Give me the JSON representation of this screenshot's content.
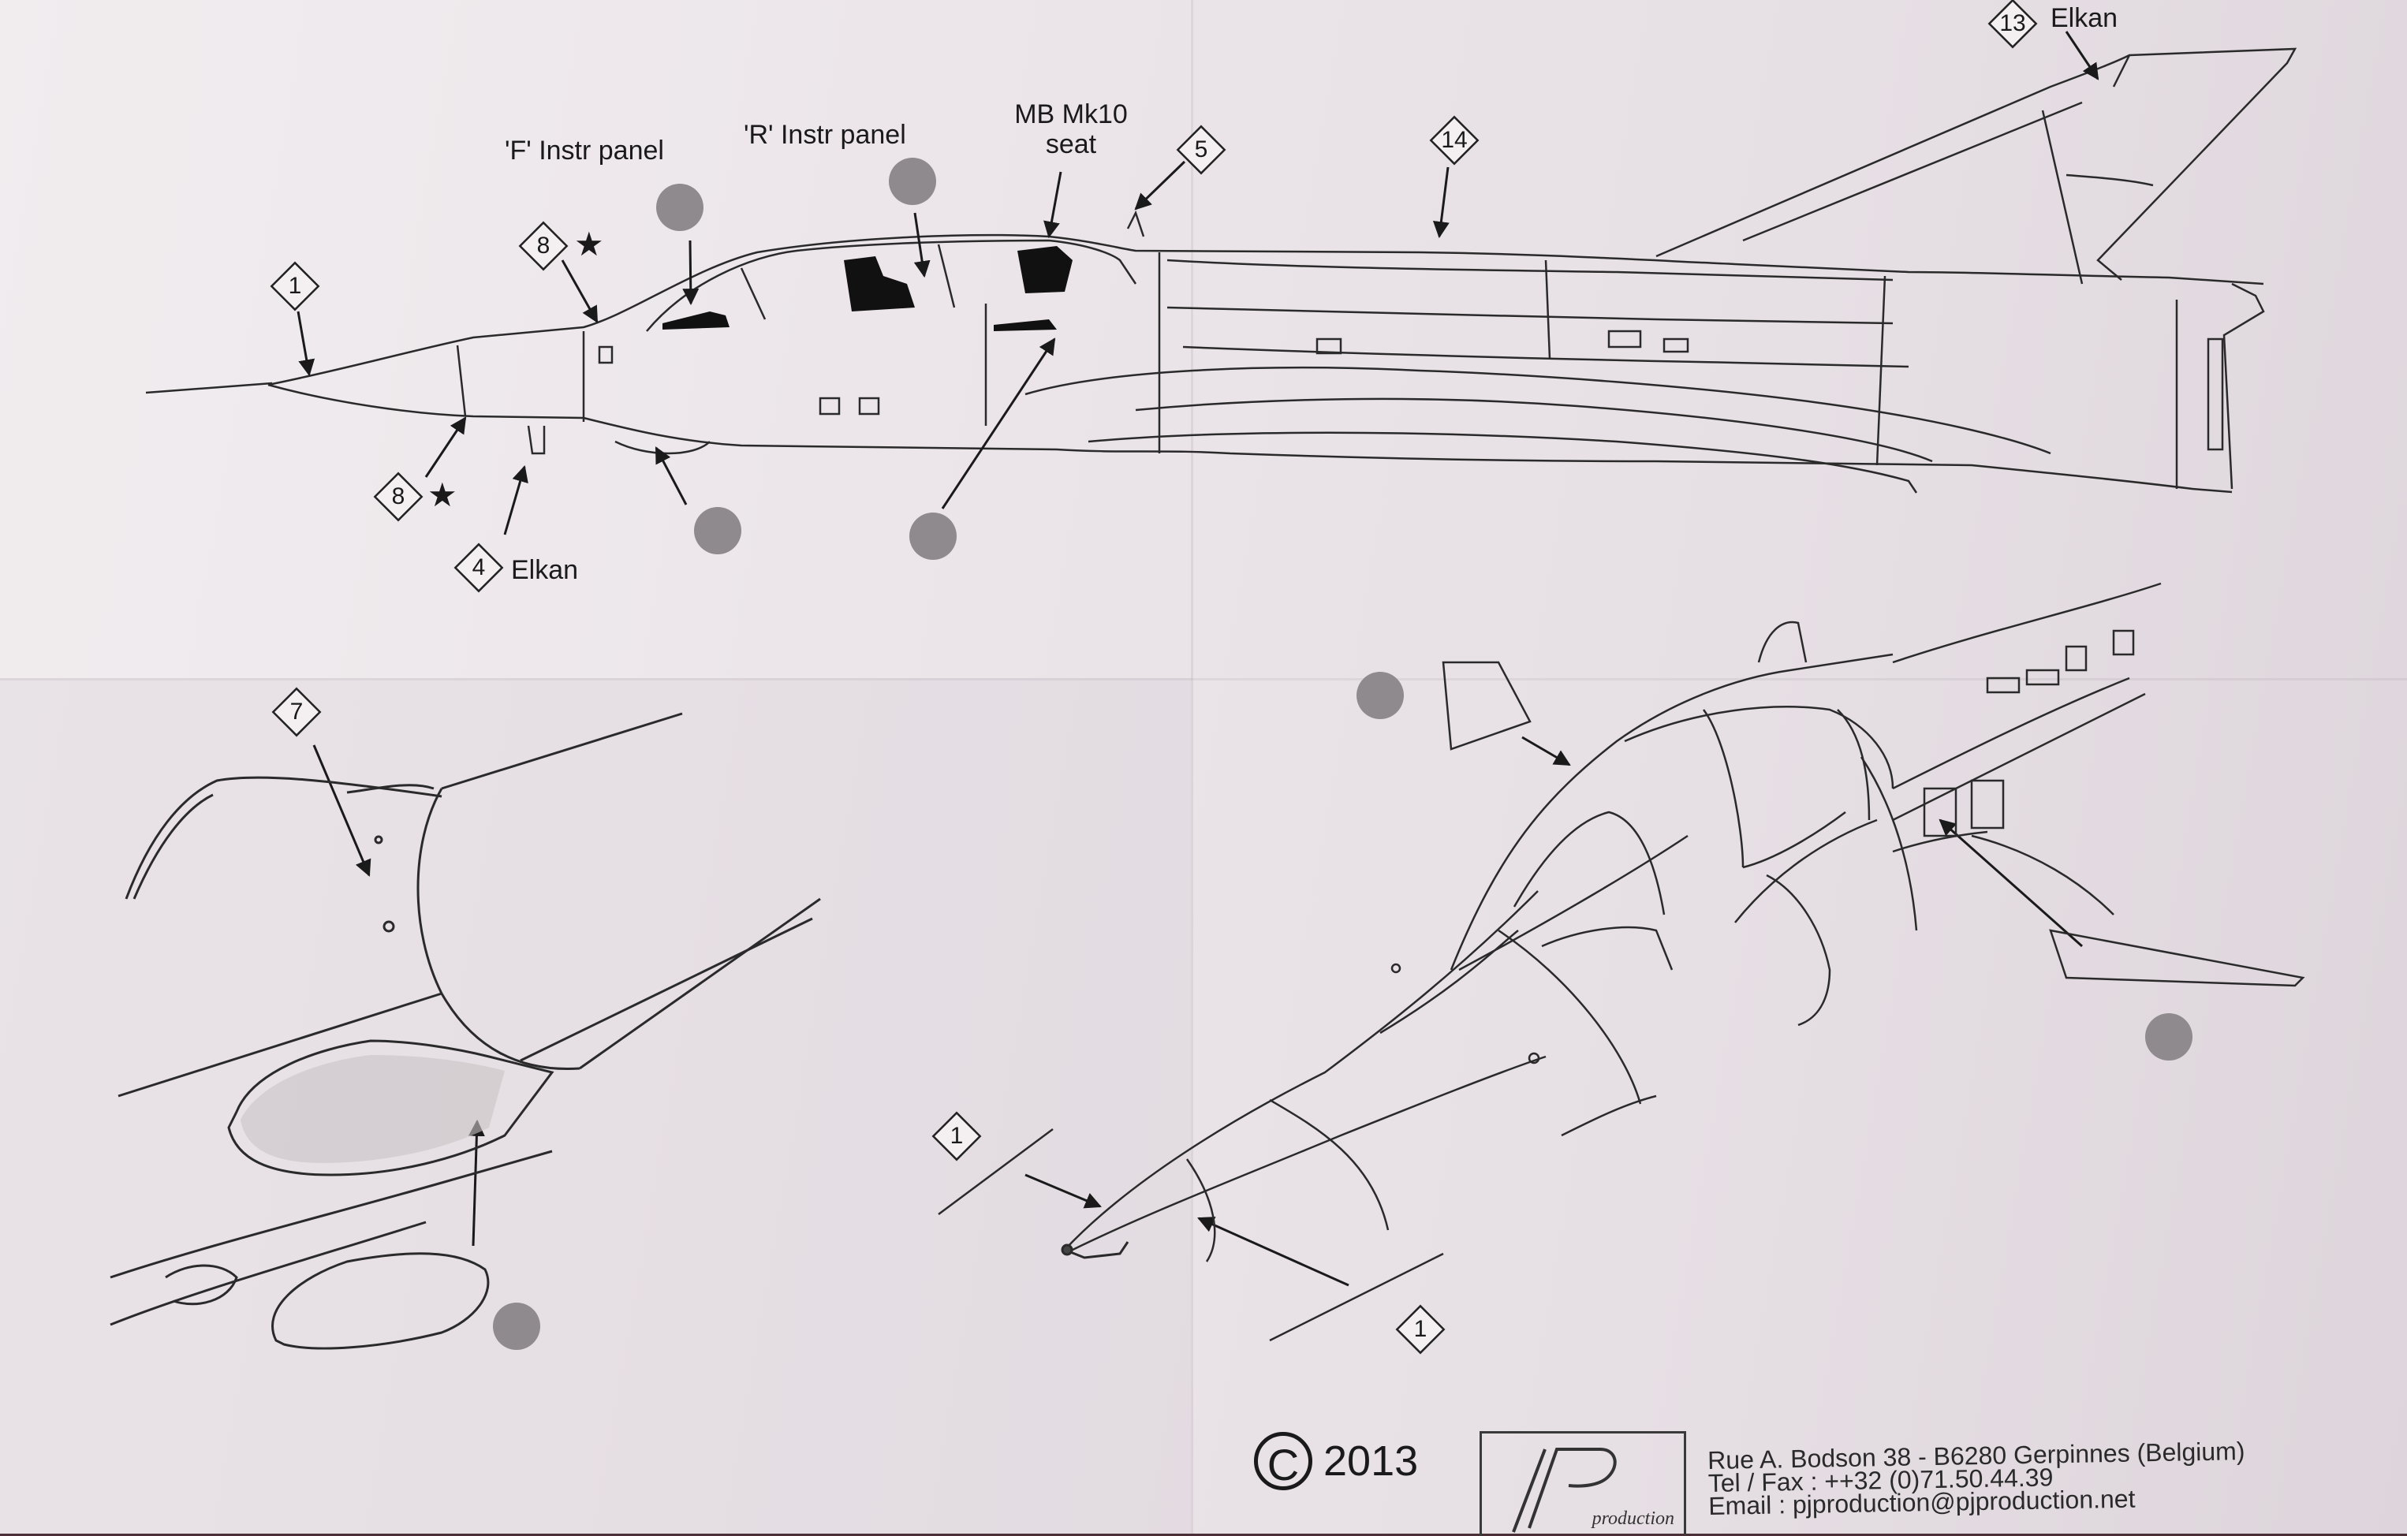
{
  "callouts": {
    "c1_top": "1",
    "c8_upper": "8",
    "c8_lower": "8",
    "c4": "4",
    "c5": "5",
    "c14": "14",
    "c13": "13",
    "c7": "7",
    "c1_low_left": "1",
    "c1_low_right": "1"
  },
  "labels": {
    "f_panel": "'F' Instr panel",
    "r_panel": "'R' Instr panel",
    "seat_line1": "MB Mk10",
    "seat_line2": "seat",
    "elkan_tail": "Elkan",
    "elkan_nose": "Elkan",
    "asterisk": "★"
  },
  "footer": {
    "copyright_symbol": "C",
    "year": "2013",
    "address": "Rue A. Bodson 38 - B6280 Gerpinnes (Belgium)",
    "telfax": "Tel / Fax : ++32 (0)71.50.44.39",
    "email": "Email : pjproduction@pjproduction.net",
    "logo_text": "production"
  },
  "colors": {
    "paper": "#ece6ea",
    "ink": "#1a1a1a",
    "marker_grey": "#8e8a8d"
  }
}
